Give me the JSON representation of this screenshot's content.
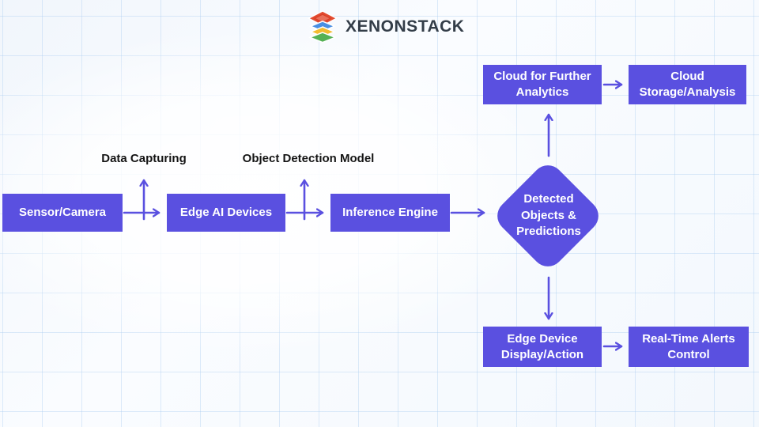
{
  "brand": {
    "name": "XENONSTACK",
    "icon": "layer-stack-icon",
    "icon_colors": {
      "red": "#e24a2f",
      "blue": "#4a8fe2",
      "yellow": "#f3bb2f",
      "green": "#55b155"
    }
  },
  "colors": {
    "node_fill": "#5a50e0",
    "node_text": "#ffffff",
    "arrow": "#5a50e0",
    "edge_label_text": "#141414",
    "grid_line": "#a8cbf0"
  },
  "diagram": {
    "nodes": {
      "sensor_camera": {
        "label": "Sensor/Camera",
        "shape": "rect"
      },
      "edge_ai_devices": {
        "label": "Edge AI Devices",
        "shape": "rect"
      },
      "inference_engine": {
        "label": "Inference Engine",
        "shape": "rect"
      },
      "detected_objects": {
        "label": "Detected Objects & Predictions",
        "shape": "diamond"
      },
      "cloud_analytics": {
        "label": "Cloud for Further Analytics",
        "shape": "rect"
      },
      "cloud_storage": {
        "label": "Cloud Storage/Analysis",
        "shape": "rect"
      },
      "edge_device_display": {
        "label": "Edge Device Display/Action",
        "shape": "rect"
      },
      "realtime_alerts": {
        "label": "Real-Time Alerts Control",
        "shape": "rect"
      }
    },
    "edge_labels": {
      "data_capturing": "Data Capturing",
      "object_detection_model": "Object Detection Model"
    },
    "flows": [
      "Sensor/Camera -> Edge AI Devices",
      "Edge AI Devices -> Inference Engine",
      "Inference Engine -> Detected Objects & Predictions",
      "Detected Objects & Predictions -> Cloud for Further Analytics",
      "Cloud for Further Analytics -> Cloud Storage/Analysis",
      "Detected Objects & Predictions -> Edge Device Display/Action",
      "Edge Device Display/Action -> Real-Time Alerts Control"
    ]
  }
}
